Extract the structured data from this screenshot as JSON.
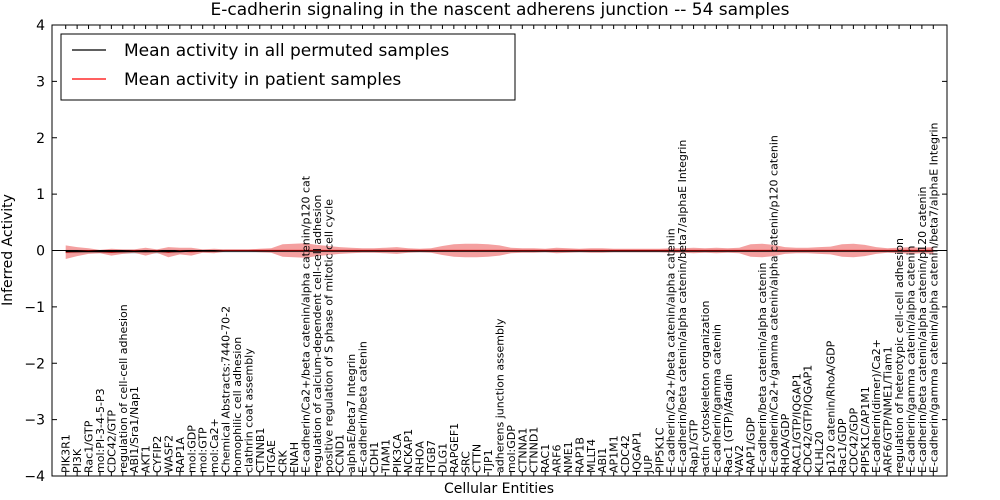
{
  "chart_data": {
    "type": "line",
    "title": "E-cadherin signaling in the nascent adherens junction -- 54 samples",
    "xlabel": "Cellular Entities",
    "ylabel": "Inferred Activity",
    "ylim": [
      -4,
      4
    ],
    "yticks": [
      "−4",
      "−3",
      "−2",
      "−1",
      "0",
      "1",
      "2",
      "3",
      "4"
    ],
    "legend_position": "top-left",
    "legend": [
      {
        "label": "Mean activity in all permuted samples",
        "color": "#000000"
      },
      {
        "label": "Mean activity in patient samples",
        "color": "#ff0000"
      }
    ],
    "categories": [
      "PIK3R1",
      "PI3K",
      "Rac1/GTP",
      "mol:PI-3-4-5-P3",
      "CDC42/GTP",
      "regulation of cell-cell adhesion",
      "ABI1/Sra1/Nap1",
      "AKT1",
      "CYFIP2",
      "WASF2",
      "RAP1A",
      "mol:GDP",
      "mol:GTP",
      "mol:Ca2+",
      "Chemical Abstracts:7440-70-2",
      "homophilic cell adhesion",
      "clathrin coat assembly",
      "CTNNB1",
      "ITGAE",
      "CRK",
      "ENAH",
      "E-cadherin/Ca2+/beta catenin/alpha catenin/p120 cat",
      "regulation of calcium-dependent cell-cell adhesion",
      "positive regulation of S phase of mitotic cell cycle",
      "CCND1",
      "alphaE/beta7 Integrin",
      "E-cadherin/beta catenin",
      "CDH1",
      "TIAM1",
      "PIK3CA",
      "NCKAP1",
      "RHOA",
      "ITGB7",
      "DLG1",
      "RAPGEF1",
      "SRC",
      "CTTN",
      "TJP1",
      "adherens junction assembly",
      "mol:GDP",
      "CTNNA1",
      "CTNND1",
      "RAC1",
      "ARF6",
      "NME1",
      "RAP1B",
      "MLLT4",
      "ABI1",
      "AP1M1",
      "CDC42",
      "IQGAP1",
      "JUP",
      "PIP5K1C",
      "E-cadherin/Ca2+/beta catenin/alpha catenin",
      "E-cadherin/beta catenin/alpha catenin/beta7/alphaE Integrin",
      "Rap1/GTP",
      "actin cytoskeleton organization",
      "E-cadherin/gamma catenin",
      "Rac1 (GTP)/Afadin",
      "VAV2",
      "RAP1/GDP",
      "E-cadherin/beta catenin/alpha catenin",
      "E-cadherin/Ca2+/gamma catenin/alpha catenin/p120 catenin",
      "RHOA/GDP",
      "RAC1/GTP/IQGAP1",
      "CDC42/GTP/IQGAP1",
      "KLHL20",
      "p120 catenin/RhoA/GDP",
      "Rac1/GDP",
      "CDC42/GDP",
      "PIP5K1C/AP1M1",
      "E-cadherin(dimer)/Ca2+",
      "ARF6/GTP/NME1/Tiam1",
      "regulation of heterotypic cell-cell adhesion",
      "E-cadherin/gamma catenin/alpha catenin",
      "E-cadherin/beta catenin/alpha catenin/p120 catenin",
      "E-cadherin/gamma catenin/alpha catenin/beta7/alphaE Integrin"
    ],
    "series": [
      {
        "name": "Mean activity in all permuted samples",
        "color": "#000000",
        "band_color": "#c8c8d2",
        "values": [
          -0.02,
          -0.02,
          -0.02,
          -0.02,
          -0.02,
          -0.02,
          -0.02,
          -0.02,
          -0.02,
          -0.02,
          -0.02,
          -0.01,
          -0.01,
          -0.01,
          -0.01,
          -0.01,
          -0.01,
          -0.01,
          -0.01,
          -0.01,
          -0.01,
          -0.01,
          -0.01,
          -0.01,
          -0.01,
          -0.01,
          -0.01,
          -0.01,
          -0.01,
          -0.01,
          -0.01,
          -0.01,
          -0.01,
          -0.01,
          -0.01,
          -0.01,
          -0.01,
          -0.01,
          -0.01,
          -0.01,
          -0.01,
          -0.01,
          -0.01,
          -0.01,
          -0.01,
          -0.01,
          -0.01,
          -0.01,
          -0.01,
          -0.01,
          -0.01,
          -0.01,
          -0.01,
          -0.01,
          -0.01,
          -0.01,
          -0.01,
          -0.01,
          -0.01,
          -0.01,
          -0.01,
          -0.01,
          -0.01,
          -0.01,
          -0.01,
          -0.01,
          -0.01,
          -0.01,
          -0.01,
          -0.01,
          -0.01,
          -0.01,
          -0.01,
          -0.01,
          -0.01,
          -0.01,
          -0.01
        ],
        "spread": [
          0.04,
          0.04,
          0.03,
          0.03,
          0.04,
          0.04,
          0.04,
          0.03,
          0.04,
          0.05,
          0.04,
          0.03,
          0.03,
          0.03,
          0.03,
          0.03,
          0.03,
          0.03,
          0.03,
          0.03,
          0.03,
          0.03,
          0.03,
          0.03,
          0.03,
          0.03,
          0.03,
          0.03,
          0.03,
          0.03,
          0.03,
          0.03,
          0.03,
          0.03,
          0.03,
          0.03,
          0.03,
          0.03,
          0.03,
          0.03,
          0.03,
          0.03,
          0.03,
          0.03,
          0.03,
          0.03,
          0.03,
          0.03,
          0.03,
          0.03,
          0.03,
          0.03,
          0.03,
          0.03,
          0.03,
          0.03,
          0.03,
          0.03,
          0.03,
          0.03,
          0.03,
          0.03,
          0.03,
          0.03,
          0.03,
          0.03,
          0.03,
          0.03,
          0.03,
          0.03,
          0.03,
          0.03,
          0.03,
          0.03,
          0.03,
          0.03,
          0.04
        ]
      },
      {
        "name": "Mean activity in patient samples",
        "color": "#ff0000",
        "band_color": "#f08080",
        "values": [
          -0.03,
          -0.02,
          -0.01,
          -0.02,
          -0.03,
          -0.02,
          -0.01,
          -0.02,
          -0.01,
          -0.03,
          -0.01,
          -0.02,
          -0.01,
          -0.01,
          0.0,
          0.0,
          0.0,
          0.0,
          0.0,
          0.0,
          0.0,
          0.0,
          0.0,
          0.0,
          0.0,
          0.0,
          0.0,
          0.0,
          0.0,
          0.0,
          0.0,
          0.0,
          0.0,
          0.0,
          0.0,
          0.0,
          0.0,
          0.0,
          0.0,
          0.0,
          0.0,
          0.0,
          0.0,
          0.0,
          0.0,
          0.0,
          0.0,
          0.0,
          0.0,
          0.0,
          0.0,
          0.0,
          0.0,
          0.0,
          0.0,
          0.0,
          0.0,
          0.0,
          0.0,
          0.0,
          0.0,
          0.0,
          0.0,
          0.0,
          0.0,
          0.0,
          0.0,
          0.0,
          0.0,
          0.0,
          0.0,
          0.0,
          0.0,
          0.0,
          0.0,
          0.0,
          0.0
        ],
        "spread": [
          0.12,
          0.08,
          0.05,
          0.03,
          0.06,
          0.04,
          0.03,
          0.07,
          0.03,
          0.09,
          0.06,
          0.07,
          0.03,
          0.04,
          0.02,
          0.02,
          0.02,
          0.03,
          0.04,
          0.11,
          0.12,
          0.13,
          0.1,
          0.08,
          0.06,
          0.05,
          0.04,
          0.04,
          0.05,
          0.06,
          0.04,
          0.03,
          0.04,
          0.08,
          0.11,
          0.12,
          0.12,
          0.11,
          0.09,
          0.05,
          0.04,
          0.04,
          0.03,
          0.05,
          0.04,
          0.03,
          0.04,
          0.04,
          0.03,
          0.03,
          0.03,
          0.03,
          0.03,
          0.04,
          0.04,
          0.05,
          0.04,
          0.05,
          0.04,
          0.05,
          0.11,
          0.12,
          0.1,
          0.06,
          0.05,
          0.05,
          0.06,
          0.07,
          0.11,
          0.12,
          0.1,
          0.06,
          0.04,
          0.05,
          0.06,
          0.05,
          0.06
        ]
      }
    ]
  }
}
